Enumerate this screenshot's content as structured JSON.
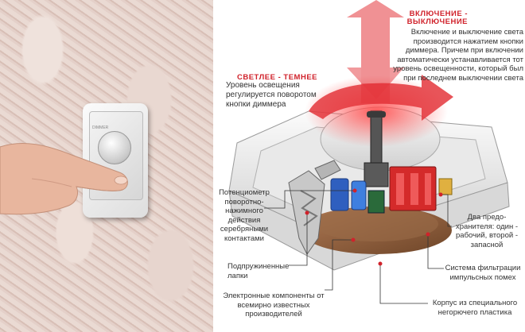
{
  "dimmer_photo": {
    "plate_brand": "DIMMER"
  },
  "headers": {
    "brighter_darker": "СВЕТЛЕЕ - ТЕМНЕЕ",
    "on_off_line1": "ВКЛЮЧЕНИЕ -",
    "on_off_line2": "ВЫКЛЮЧЕНИЕ"
  },
  "descriptions": {
    "brightness": [
      "Уровень освещения",
      "регулируется поворотом",
      "кнопки диммера"
    ],
    "on_off": [
      "Включение и выключение света",
      "производится нажатием кнопки",
      "диммера. Причем при включении",
      "автоматически устанавливается тот",
      "уровень освещенности, который был",
      "при последнем выключении света"
    ]
  },
  "callouts": {
    "potentiometer": [
      "Потенциометр",
      "поворотно-",
      "нажимного",
      "действия",
      "серебряными",
      "контактами"
    ],
    "spring_legs": [
      "Подпружиненные",
      "лапки"
    ],
    "electronics": [
      "Электронные компоненты от",
      "всемирно известных",
      "производителей"
    ],
    "fuses": [
      "Два предо-",
      "хранителя: один -",
      "рабочий, второй -",
      "запасной"
    ],
    "filter": [
      "Система фильтрации",
      "импульсных помех"
    ],
    "housing": [
      "Корпус из специального",
      "негорючего пластика"
    ]
  },
  "colors": {
    "accent_red": "#d0222b",
    "arrow_red": "#e4363c",
    "text": "#333333",
    "wall": "#e2cec6"
  }
}
